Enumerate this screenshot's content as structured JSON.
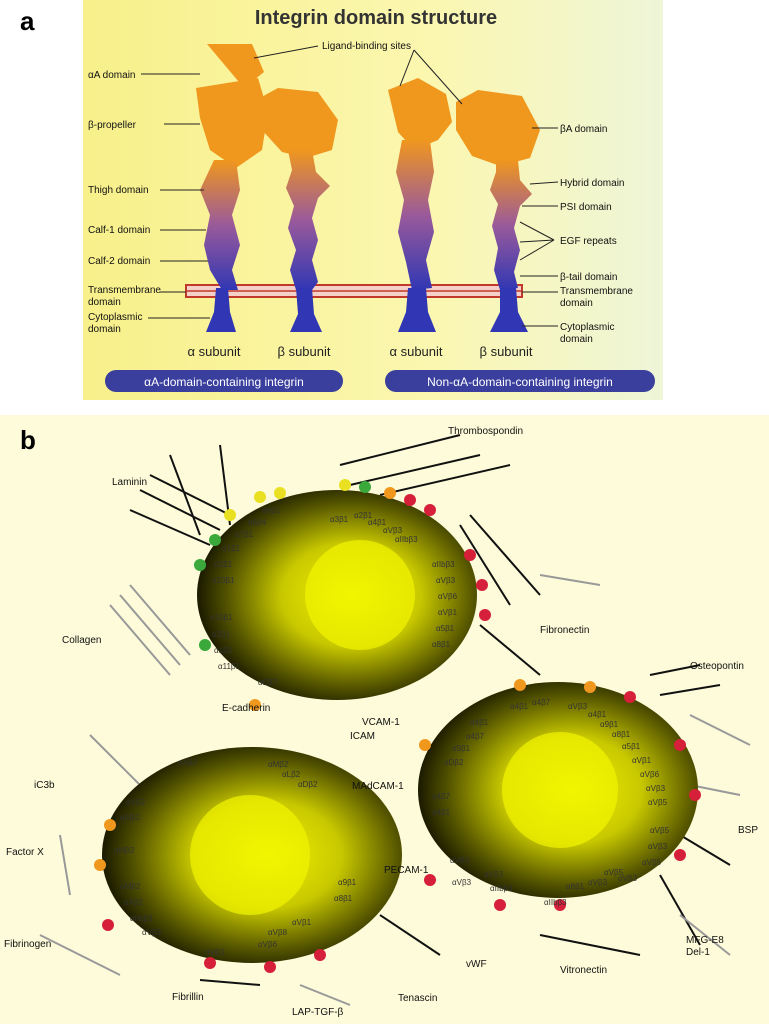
{
  "panel_a": {
    "letter": "a",
    "title": "Integrin domain structure",
    "ligand_binding": "Ligand-binding sites",
    "left_labels": [
      "αA domain",
      "β-propeller",
      "Thigh domain",
      "Calf-1 domain",
      "Calf-2 domain",
      "Transmembrane",
      "domain",
      "Cytoplasmic",
      "domain"
    ],
    "right_labels": [
      "βA domain",
      "Hybrid domain",
      "PSI domain",
      "EGF repeats",
      "β-tail domain",
      "Transmembrane",
      "domain",
      "Cytoplasmic",
      "domain"
    ],
    "subunits": [
      "α subunit",
      "β subunit",
      "α subunit",
      "β subunit"
    ],
    "banner_left": "αA-domain-containing integrin",
    "banner_right": "Non-αA-domain-containing integrin",
    "colors": {
      "orange": "#f0971e",
      "blue": "#3b3fa8",
      "banner": "#3a3f9e",
      "background": "#fbf6a8"
    }
  },
  "panel_b": {
    "letter": "b",
    "ligands": [
      "Thrombospondin",
      "Laminin",
      "Collagen",
      "Fibronectin",
      "Osteopontin",
      "E-cadherin",
      "VCAM-1",
      "ICAM",
      "MAdCAM-1",
      "PECAM-1",
      "iC3b",
      "Factor X",
      "BSP",
      "Fibrinogen",
      "MFG-E8",
      "Del-1",
      "vWF",
      "Vitronectin",
      "Fibrillin",
      "Tenascin",
      "LAP-TGF-β"
    ],
    "cell_top": [
      "α3β1",
      "α2β1",
      "α4β1",
      "αVβ3",
      "αIIbβ3",
      "α6β1",
      "α6β4",
      "α7β1",
      "α1β1",
      "α2β1",
      "α10β1",
      "αIIbβ3",
      "αVβ3",
      "αVβ6",
      "αVβ1",
      "α5β1",
      "α8β1",
      "α10β1",
      "α2β1",
      "α1β1",
      "α11β1",
      "αEβ7"
    ],
    "cell_bottom_left": [
      "αXβ2",
      "αMβ2",
      "αLβ2",
      "αDβ2",
      "αXβ2",
      "αMβ2",
      "αMβ2",
      "αMβ2",
      "αXβ2",
      "αIIbβ3",
      "αVβ3",
      "αVβ3",
      "αVβ6",
      "αVβ8",
      "αVβ1",
      "α9β1",
      "α8β1"
    ],
    "cell_right": [
      "α4β1",
      "α4β7",
      "α4β1",
      "α4β7",
      "α9β1",
      "αDβ2",
      "α4β7",
      "α4β1",
      "αVβ3",
      "αVβ3",
      "α4β1",
      "α9β1",
      "α8β1",
      "α5β1",
      "αVβ1",
      "αVβ6",
      "αVβ3",
      "αVβ5",
      "αVβ5",
      "αVβ3",
      "αVβ5",
      "αVβ3",
      "αVβ3",
      "αIIbβ3",
      "αVβ5",
      "αVβ3",
      "αIIbβ3",
      "α8β1",
      "αVβ3"
    ],
    "colors": {
      "cell_core": "#eef200",
      "cell_edge": "#1a1a00",
      "background": "#fdfbd9"
    }
  }
}
